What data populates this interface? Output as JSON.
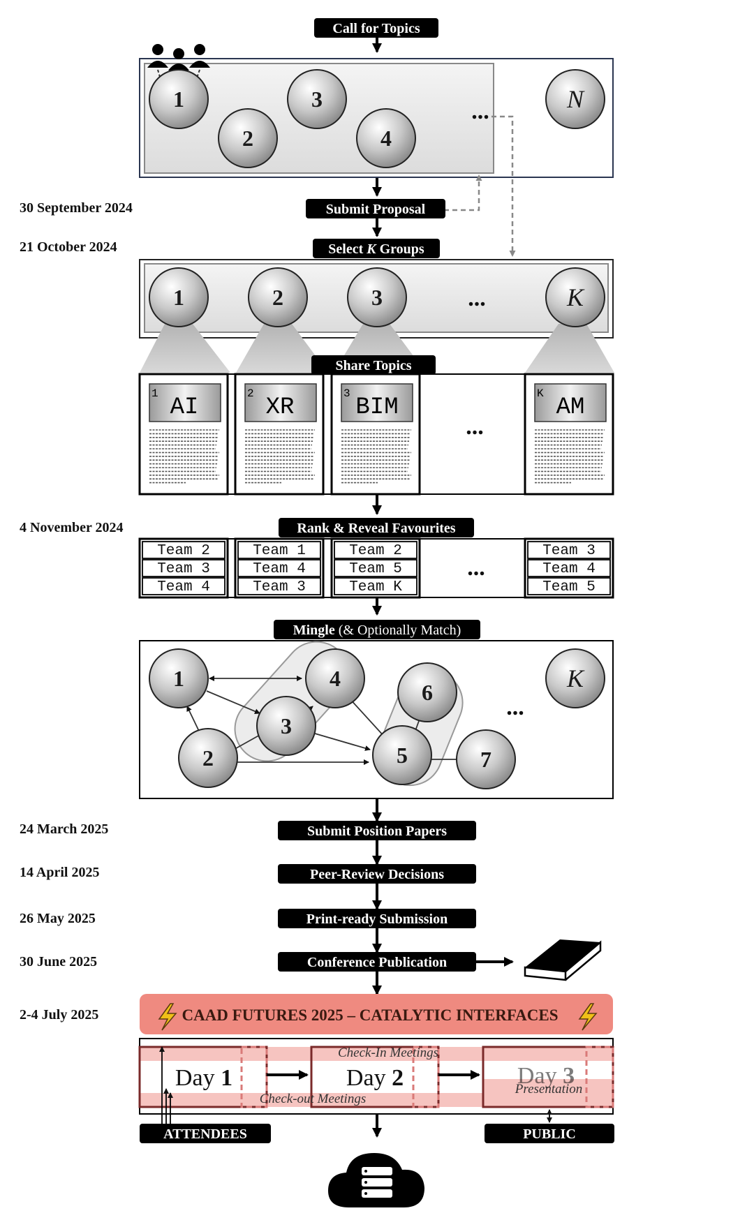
{
  "steps": {
    "call": "Call for Topics",
    "submit": "Submit Proposal",
    "select_pre": "Select ",
    "select_k": "K",
    "select_post": " Groups",
    "share": "Share Topics",
    "rank": "Rank & Reveal Favourites",
    "mingle_a": "Mingle",
    "mingle_b": " (& Optionally Match)",
    "position": "Submit Position Papers",
    "peer": "Peer-Review Decisions",
    "print": "Print-ready Submission",
    "publication": "Conference Publication"
  },
  "dates": {
    "d1": "30 September 2024",
    "d2": "21 October 2024",
    "d3": "4 November 2024",
    "d4": "24 March 2025",
    "d5": "14 April 2025",
    "d6": "26 May 2025",
    "d7": "30 June 2025",
    "d8": "2-4 July 2025"
  },
  "proposals": {
    "n1": "1",
    "n2": "2",
    "n3": "3",
    "n4": "4",
    "ellipsis": "...",
    "nN": "N"
  },
  "groups": {
    "g1": "1",
    "g2": "2",
    "g3": "3",
    "ellipsis": "...",
    "gK": "K"
  },
  "topics": {
    "t1_idx": "1",
    "t1": "AI",
    "t2_idx": "2",
    "t2": "XR",
    "t3_idx": "3",
    "t3": "BIM",
    "ellipsis": "...",
    "tK_idx": "K",
    "tK": "AM"
  },
  "rankings": {
    "col1": [
      "Team 2",
      "Team 3",
      "Team 4"
    ],
    "col2": [
      "Team 1",
      "Team 4",
      "Team 3"
    ],
    "col3": [
      "Team 2",
      "Team 5",
      "Team K"
    ],
    "ellipsis": "...",
    "colK": [
      "Team 3",
      "Team 4",
      "Team 5"
    ]
  },
  "network": {
    "n1": "1",
    "n2": "2",
    "n3": "3",
    "n4": "4",
    "n5": "5",
    "n6": "6",
    "n7": "7",
    "ellipsis": "...",
    "nK": "K"
  },
  "conference": {
    "banner": "CAAD FUTURES 2025 – CATALYTIC INTERFACES",
    "day1_a": "Day ",
    "day1_b": "1",
    "day2_a": "Day ",
    "day2_b": "2",
    "day3_a": "Day ",
    "day3_b": "3",
    "checkin": "Check-In Meetings",
    "checkout": "Check-out Meetings",
    "presentation": "Presentation",
    "attendees": "ATTENDEES",
    "public": "PUBLIC"
  },
  "colors": {
    "label_bg": "#000000",
    "banner": "#ef8a80",
    "highlight": "#f6c4c0",
    "dash": "#d97a78"
  }
}
